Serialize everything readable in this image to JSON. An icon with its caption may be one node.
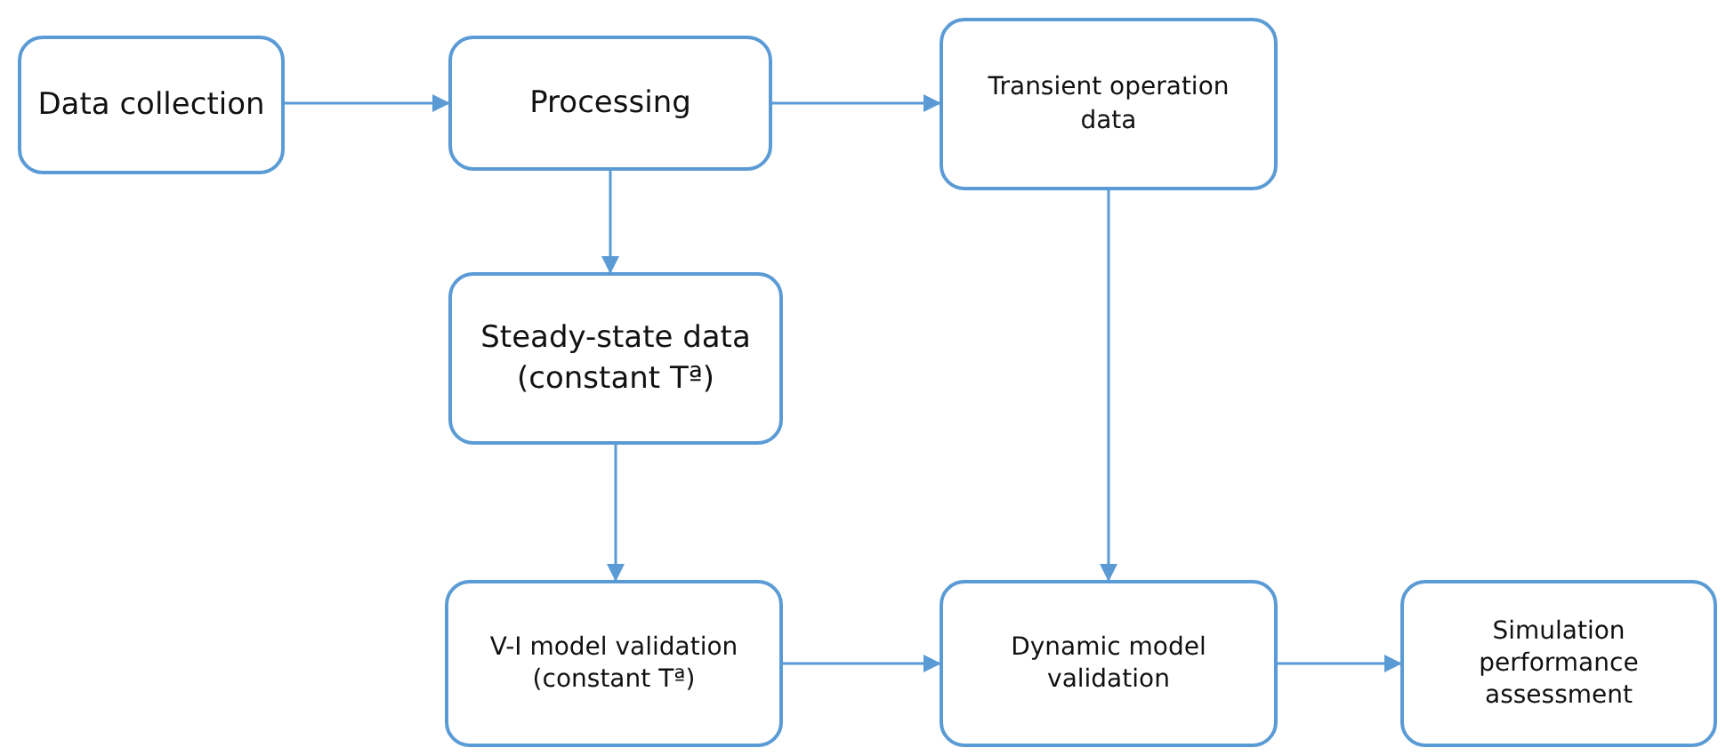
{
  "diagram": {
    "nodes": [
      {
        "text": [
          "Data collection"
        ]
      },
      {
        "text": [
          "Processing"
        ]
      },
      {
        "text": [
          "Transient operation data"
        ]
      },
      {
        "text": [
          "Steady-state data (constant Tª)"
        ]
      },
      {
        "text": [
          "V-I model validation (constant Tª)"
        ]
      },
      {
        "text": [
          "Dynamic model validation"
        ]
      },
      {
        "text": [
          "Simulation performance assessment"
        ]
      }
    ],
    "edges": [
      {
        "from": 0,
        "to": 1,
        "arrow": "to"
      },
      {
        "from": 1,
        "to": 2,
        "arrow": "to"
      },
      {
        "from": 1,
        "to": 3,
        "arrow": "to"
      },
      {
        "from": 3,
        "to": 4,
        "arrow": "to"
      },
      {
        "from": 2,
        "to": 5,
        "arrow": "to"
      },
      {
        "from": 4,
        "to": 5,
        "arrow": "to"
      },
      {
        "from": 5,
        "to": 6,
        "arrow": "to"
      }
    ]
  }
}
